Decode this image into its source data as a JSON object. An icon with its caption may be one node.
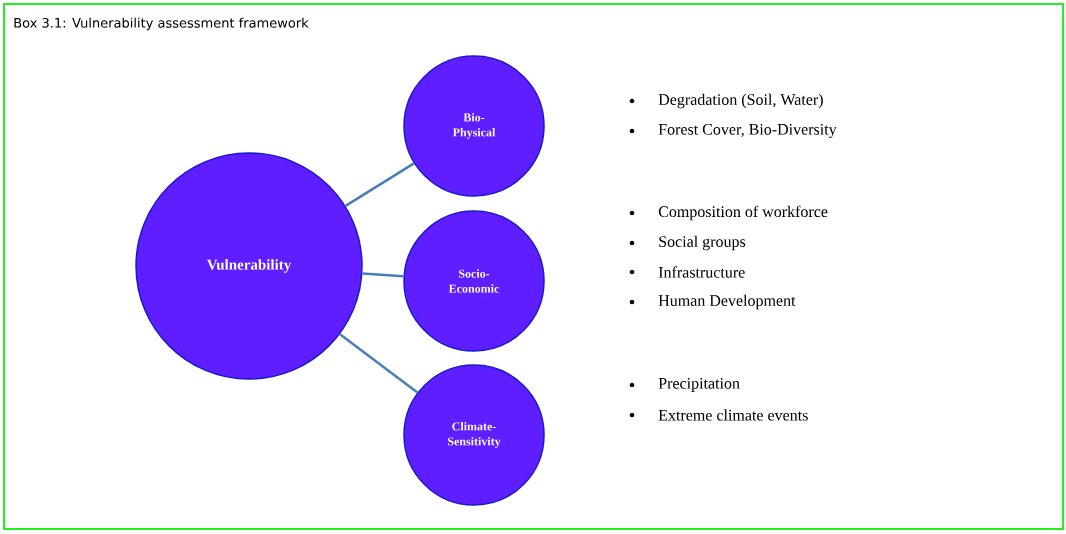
{
  "diagram": {
    "title": "Box 3.1: Vulnerability assessment framework",
    "nodes": [
      {
        "text": [
          "Vulnerability"
        ]
      },
      {
        "text": [
          "Bio- Physical"
        ]
      },
      {
        "text": [
          "Socio- Economic"
        ]
      },
      {
        "text": [
          "Climate- Sensitivity"
        ]
      }
    ],
    "edges": [
      {
        "from": 0,
        "to": 1,
        "arrow": "none"
      },
      {
        "from": 0,
        "to": 2,
        "arrow": "none"
      },
      {
        "from": 0,
        "to": 3,
        "arrow": "none"
      }
    ],
    "labels": [
      "Degradation (Soil, Water)",
      "Forest Cover, Bio-Diversity",
      "Composition of workforce",
      "Social groups",
      "Infrastructure",
      "Human Development",
      "Precipitation",
      "Extreme climate events"
    ]
  }
}
